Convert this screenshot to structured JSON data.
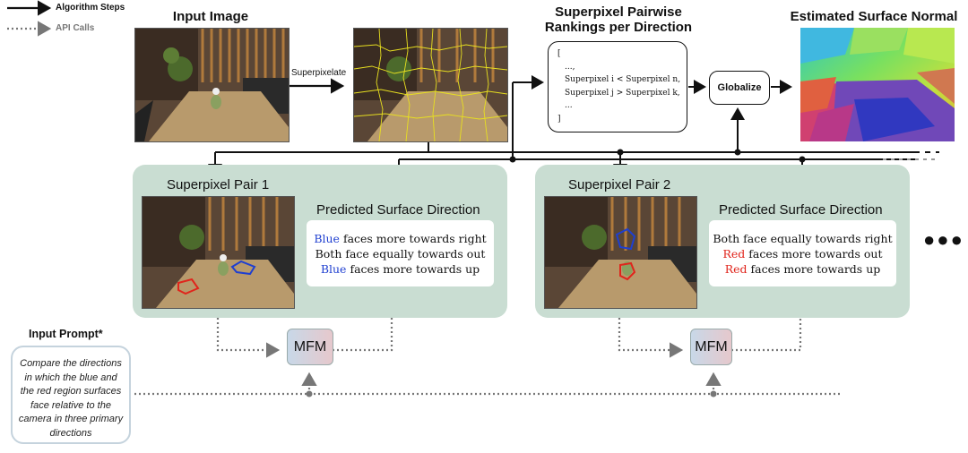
{
  "legend": {
    "algorithm_steps": "Algorithm Steps",
    "api_calls": "API Calls"
  },
  "input_image": {
    "title": "Input Image"
  },
  "superpixelate_label": "Superpixelate",
  "rankings": {
    "title_line1": "Superpixel Pairwise",
    "title_line2": "Rankings per Direction",
    "lines": [
      "[",
      "...,",
      "Superpixel i < Superpixel n,",
      "Superpixel j > Superpixel k,",
      "...",
      "]"
    ]
  },
  "globalize_label": "Globalize",
  "surface_normal": {
    "title": "Estimated Surface Normal"
  },
  "pair1": {
    "title": "Superpixel Pair 1",
    "pred_title": "Predicted Surface Direction",
    "line1_color_word": "Blue",
    "line1_rest": " faces more towards right",
    "line2": "Both face equally towards out",
    "line3_color_word": "Blue",
    "line3_rest": " faces more towards up"
  },
  "pair2": {
    "title": "Superpixel Pair 2",
    "pred_title": "Predicted Surface Direction",
    "line1": "Both face equally towards right",
    "line2_color_word": "Red",
    "line2_rest": " faces more towards out",
    "line3_color_word": "Red",
    "line3_rest": " faces more towards up"
  },
  "mfm_label": "MFM",
  "ellipsis": "●●●",
  "input_prompt": {
    "title": "Input Prompt*",
    "text": "Compare the directions in which the blue and the red region surfaces face relative to the camera in three primary directions"
  },
  "colors": {
    "panel": "#c9ddd2",
    "blue_word": "#1f3fd0",
    "red_word": "#e0251c",
    "superpixel_outline": "#e8e020"
  }
}
